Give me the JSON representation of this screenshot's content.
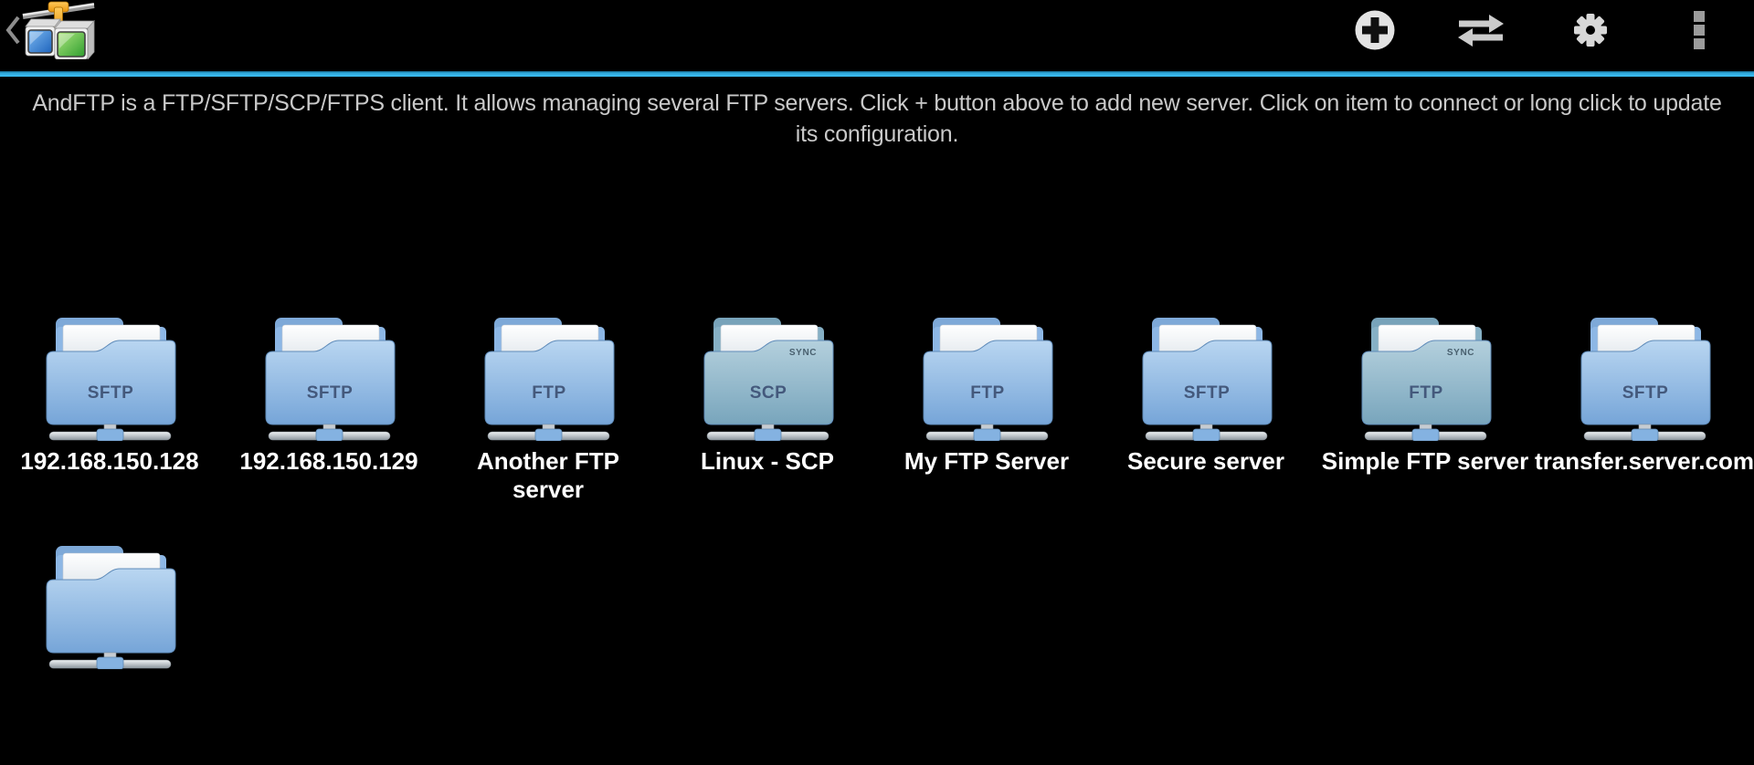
{
  "action_bar": {
    "icons": {
      "back": "chevron-left",
      "add": "plus-circle",
      "transfer": "transfer-arrows",
      "settings": "gear",
      "overflow": "overflow-menu"
    }
  },
  "divider_color": "#33b5e5",
  "description": {
    "text": "AndFTP is a FTP/SFTP/SCP/FTPS client. It allows managing several FTP servers. Click + button above to add new server. Click on item to connect or long click to update its configuration."
  },
  "sync_badge": "SYNC",
  "servers": [
    {
      "label": "192.168.150.128",
      "protocol": "SFTP",
      "sync": false
    },
    {
      "label": "192.168.150.129",
      "protocol": "SFTP",
      "sync": false
    },
    {
      "label": "Another FTP server",
      "protocol": "FTP",
      "sync": false
    },
    {
      "label": "Linux - SCP",
      "protocol": "SCP",
      "sync": true
    },
    {
      "label": "My FTP Server",
      "protocol": "FTP",
      "sync": false
    },
    {
      "label": "Secure server",
      "protocol": "SFTP",
      "sync": false
    },
    {
      "label": "Simple FTP server",
      "protocol": "FTP",
      "sync": true
    },
    {
      "label": "transfer.server.com",
      "protocol": "SFTP",
      "sync": false
    },
    {
      "label": "",
      "protocol": "",
      "sync": false
    }
  ],
  "colors": {
    "background": "#000000",
    "accent_divider": "#33b5e5",
    "folder_blue": "#7aa8d9",
    "folder_sync": "#78a4bb",
    "label_text": "#ffffff",
    "description_text": "#c9c9c9"
  }
}
